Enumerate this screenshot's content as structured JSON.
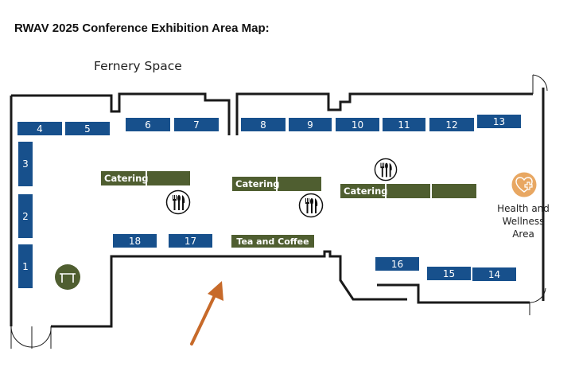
{
  "title": "RWAV 2025 Conference Exhibition Area Map:",
  "fernery_label": "Fernery Space",
  "booths": {
    "b1": "1",
    "b2": "2",
    "b3": "3",
    "b4": "4",
    "b5": "5",
    "b6": "6",
    "b7": "7",
    "b8": "8",
    "b9": "9",
    "b10": "10",
    "b11": "11",
    "b12": "12",
    "b13": "13",
    "b14": "14",
    "b15": "15",
    "b16": "16",
    "b17": "17",
    "b18": "18"
  },
  "catering": {
    "left": "Catering",
    "middle": "Catering",
    "right": "Catering"
  },
  "tea_coffee": "Tea and Coffee",
  "health_area": {
    "line1": "Health and",
    "line2": "Wellness",
    "line3": "Area"
  },
  "colors": {
    "booth": "#17508c",
    "catering": "#4f5e30",
    "health_icon": "#e8a762",
    "arrow": "#c76a2a",
    "wall": "#1a1a1a"
  },
  "icons": {
    "cutlery": "cutlery-icon",
    "table": "table-icon",
    "health": "health-cross-icon",
    "arrow": "entrance-arrow-icon"
  }
}
